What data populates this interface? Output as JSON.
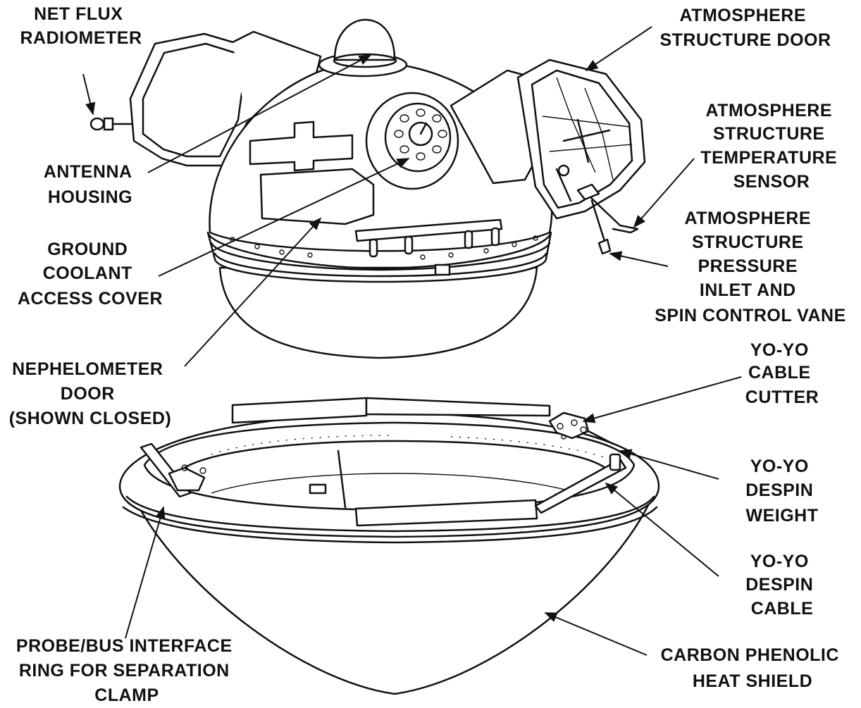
{
  "diagram": {
    "labels": {
      "net_flux_radiometer": [
        "NET FLUX",
        "RADIOMETER"
      ],
      "antenna_housing": [
        "ANTENNA",
        "HOUSING"
      ],
      "ground_coolant_access_cover": [
        "GROUND",
        "COOLANT",
        "ACCESS COVER"
      ],
      "nephelometer_door": [
        "NEPHELOMETER",
        "DOOR",
        "(SHOWN CLOSED)"
      ],
      "atmosphere_structure_door": [
        "ATMOSPHERE",
        "STRUCTURE DOOR"
      ],
      "atmosphere_structure_temperature_sensor": [
        "ATMOSPHERE",
        "STRUCTURE",
        "TEMPERATURE",
        "SENSOR"
      ],
      "atmosphere_structure_pressure_inlet": [
        "ATMOSPHERE",
        "STRUCTURE",
        "PRESSURE",
        "INLET AND",
        "SPIN CONTROL VANE"
      ],
      "yoyo_cable_cutter": [
        "YO-YO",
        "CABLE",
        "CUTTER"
      ],
      "yoyo_despin_weight": [
        "YO-YO",
        "DESPIN",
        "WEIGHT"
      ],
      "yoyo_despin_cable": [
        "YO-YO",
        "DESPIN",
        "CABLE"
      ],
      "probe_bus_interface_ring": [
        "PROBE/BUS INTERFACE",
        "RING FOR SEPARATION",
        "CLAMP"
      ],
      "carbon_phenolic_heat_shield": [
        "CARBON PHENOLIC",
        "HEAT SHIELD"
      ]
    }
  }
}
